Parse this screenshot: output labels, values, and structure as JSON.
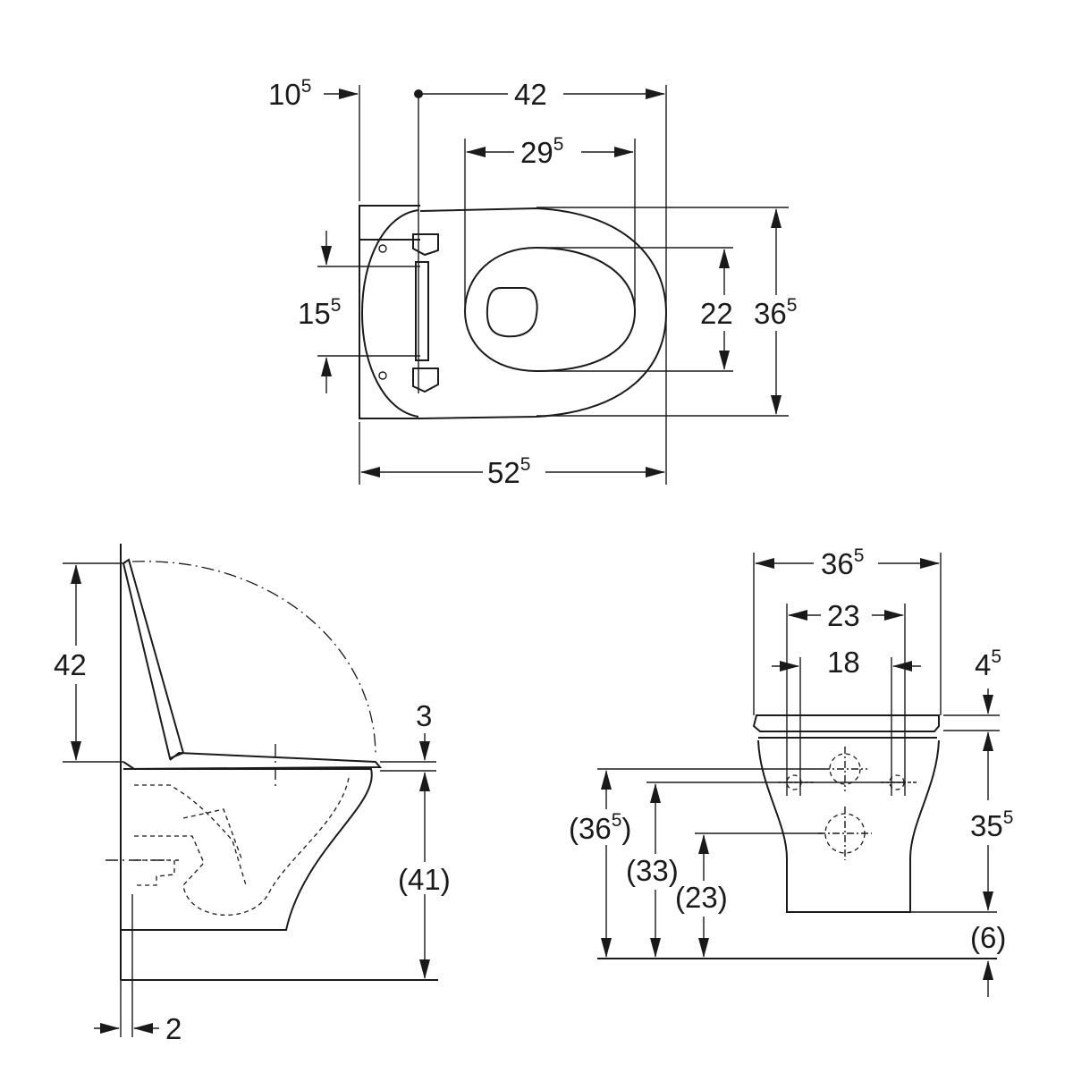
{
  "top_view": {
    "wall_offset": {
      "main": "10",
      "sup": "5"
    },
    "fixing_to_front": {
      "main": "42"
    },
    "seat_length": {
      "main": "29",
      "sup": "5"
    },
    "fixing_spacing": {
      "main": "15",
      "sup": "5"
    },
    "seat_opening_width": {
      "main": "22"
    },
    "bowl_width": {
      "main": "36",
      "sup": "5"
    },
    "total_length": {
      "main": "52",
      "sup": "5"
    }
  },
  "side_view": {
    "lid_height": {
      "main": "42"
    },
    "seat_thickness": {
      "main": "3"
    },
    "seat_height": {
      "main": "(41)"
    },
    "wall_gap": {
      "main": "2"
    }
  },
  "front_view": {
    "width": {
      "main": "36",
      "sup": "5"
    },
    "outer_fixing": {
      "main": "23"
    },
    "inner_fixing": {
      "main": "18"
    },
    "seat_thickness": {
      "main": "4",
      "sup": "5"
    },
    "upper_height": {
      "main": "(36",
      "sup": "5",
      "suffix": ")"
    },
    "fixing_height": {
      "main": "(33)"
    },
    "outlet_height": {
      "main": "(23)"
    },
    "body_height": {
      "main": "35",
      "sup": "5"
    },
    "floor_gap": {
      "main": "(6)"
    }
  }
}
